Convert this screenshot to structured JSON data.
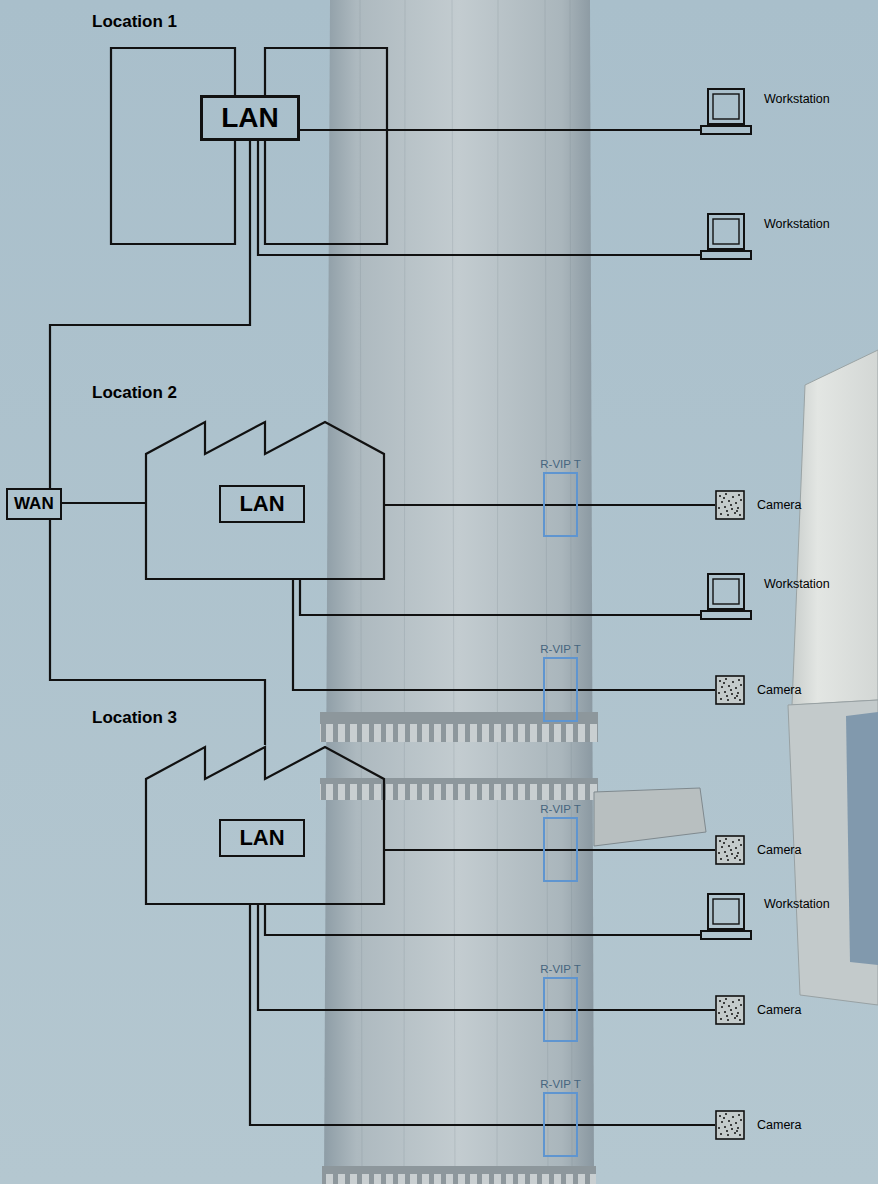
{
  "diagram": {
    "nodes": [
      {
        "text": [
          "Location 1"
        ]
      },
      {
        "text": [
          "LAN"
        ],
        "in": 0
      },
      {
        "text": [
          "Workstation"
        ]
      },
      {
        "text": [
          "Workstation"
        ]
      },
      {
        "text": [
          "Location 2"
        ]
      },
      {
        "text": [
          "LAN"
        ],
        "in": 4
      },
      {
        "text": [
          "WAN"
        ]
      },
      {
        "text": [
          "R-VIP T"
        ]
      },
      {
        "text": [
          "Camera"
        ]
      },
      {
        "text": [
          "Workstation"
        ]
      },
      {
        "text": [
          "R-VIP T"
        ]
      },
      {
        "text": [
          "Camera"
        ]
      },
      {
        "text": [
          "Location 3"
        ]
      },
      {
        "text": [
          "LAN"
        ],
        "in": 12
      },
      {
        "text": [
          "R-VIP T"
        ]
      },
      {
        "text": [
          "Camera"
        ]
      },
      {
        "text": [
          "Workstation"
        ]
      },
      {
        "text": [
          "R-VIP T"
        ]
      },
      {
        "text": [
          "Camera"
        ]
      },
      {
        "text": [
          "R-VIP T"
        ]
      },
      {
        "text": [
          "Camera"
        ]
      }
    ],
    "edges": [
      {
        "from": 1,
        "to": 2,
        "arrow": "none"
      },
      {
        "from": 1,
        "to": 3,
        "arrow": "none"
      },
      {
        "from": 1,
        "to": 6,
        "arrow": "none"
      },
      {
        "from": 6,
        "to": 4,
        "arrow": "none"
      },
      {
        "from": 4,
        "to": 7,
        "arrow": "none"
      },
      {
        "from": 7,
        "to": 8,
        "arrow": "none"
      },
      {
        "from": 4,
        "to": 9,
        "arrow": "none"
      },
      {
        "from": 4,
        "to": 10,
        "arrow": "none"
      },
      {
        "from": 10,
        "to": 11,
        "arrow": "none"
      },
      {
        "from": 6,
        "to": 12,
        "arrow": "none"
      },
      {
        "from": 12,
        "to": 14,
        "arrow": "none"
      },
      {
        "from": 14,
        "to": 15,
        "arrow": "none"
      },
      {
        "from": 12,
        "to": 16,
        "arrow": "none"
      },
      {
        "from": 12,
        "to": 17,
        "arrow": "none"
      },
      {
        "from": 17,
        "to": 18,
        "arrow": "none"
      },
      {
        "from": 12,
        "to": 19,
        "arrow": "none"
      },
      {
        "from": 19,
        "to": 20,
        "arrow": "none"
      }
    ]
  }
}
